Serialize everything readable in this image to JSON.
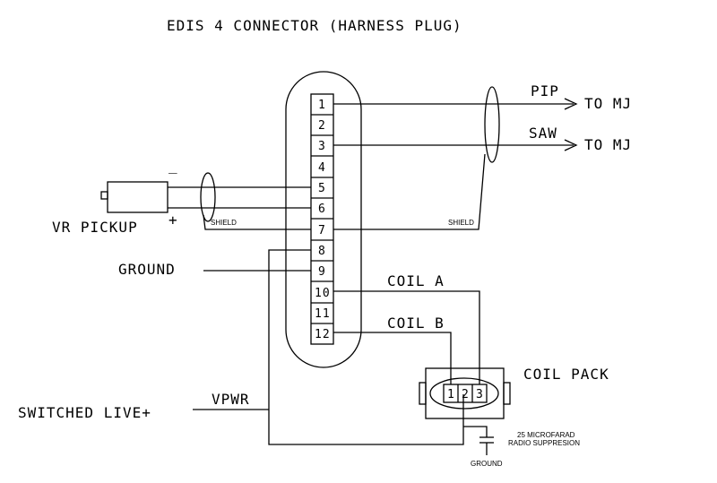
{
  "title": "EDIS 4 CONNECTOR (HARNESS PLUG)",
  "pins": [
    "1",
    "2",
    "3",
    "4",
    "5",
    "6",
    "7",
    "8",
    "9",
    "10",
    "11",
    "12"
  ],
  "labels": {
    "pip": "PIP",
    "saw": "SAW",
    "to_mj_1": "TO MJ",
    "to_mj_2": "TO MJ",
    "vr_pickup": "VR PICKUP",
    "minus": "_",
    "plus": "+",
    "shield_left": "SHIELD",
    "shield_right": "SHIELD",
    "ground_left": "GROUND",
    "coil_a": "COIL A",
    "coil_b": "COIL B",
    "coil_pack": "COIL PACK",
    "switched_live": "SWITCHED LIVE+",
    "vpwr": "VPWR",
    "capacitor_line1": "25 MICROFARAD",
    "capacitor_line2": "RADIO SUPPRESION",
    "ground_bottom": "GROUND"
  },
  "coil_pins": [
    "1",
    "2",
    "3"
  ]
}
